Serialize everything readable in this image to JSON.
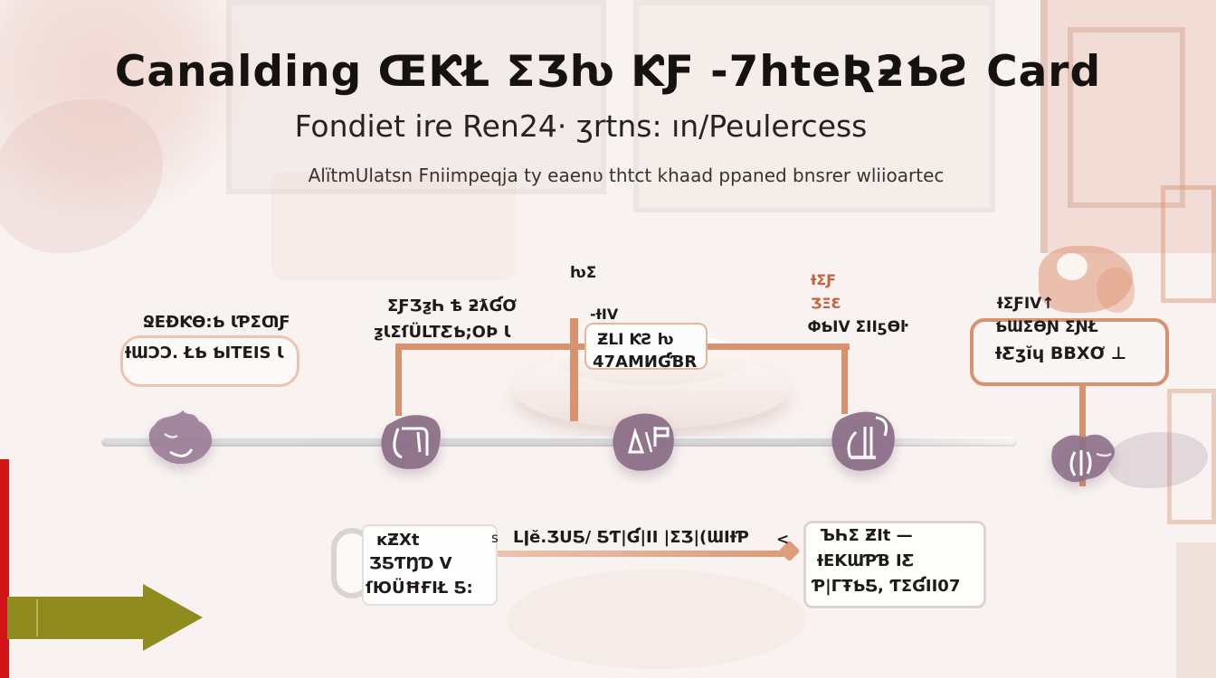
{
  "header": {
    "title": "Canalding ŒƘŁ ƩƷƕ ƘƑ -7hteƦƻƄƧ Card",
    "subtitle": "Fondiet ire Ren24· ʒrtns: ın/Peulercess",
    "tagline": "AlïtmUlatsn Fniimpeqja ty eaenʋ thtct khaad ppaned bnsrer wliioartec"
  },
  "stages": [
    {
      "lines": [
        "ՋEƉƘƟ:Ƅ ƖƤƩƢƑ",
        "ƗƜƆƆ. ŁƄ  ƄITEIS Ɩ"
      ]
    },
    {
      "lines": [
        "ƩƑƷƺҺ ѣ ƻƛƓƠ",
        "ƺƖƩſÜLTƸƄ;ОÞ Ɩ"
      ]
    },
    {
      "pre": "ƕƩ",
      "num": "-ƗIV",
      "lines": [
        "ƵLI  ƘƧ ƕ",
        "47AMИƓƁR"
      ]
    },
    {
      "accent_lines": [
        "ƗƩƑ",
        "ƷΞƐ"
      ],
      "lines": [
        "ՓƄIV ƩIIƽƟŀ"
      ]
    },
    {
      "lines": [
        "ƗƩƑIV↑",
        "ƄƜƩƟƝ   ƩƝŁ",
        "ƗƸʒĭɥ   ΒΒXƠ ⊥"
      ]
    }
  ],
  "bottom": {
    "left_lines": [
      "ĸƵXt",
      "ƷƼƬŊƊ V",
      "ſЮÜĦҒIŁ Ƽ:"
    ],
    "mid_prefix": "s",
    "mid_text": "Lǀĕ.ƷUƼ/  ƼƬ|Ɠ|II |ƩƷ|(ƜIƗƤ",
    "mid_arrow": "<",
    "right_lines": [
      "ЪҺƩ ƵIt —",
      "ƗΕΚƜƤƁ  IƸ",
      "Ƥ|ΓŦƄƼ, ƬƩƓII07"
    ]
  },
  "icons": [
    "blossom-icon",
    "satchel-icon",
    "easel-icon",
    "loom-icon",
    "leaf-icon"
  ],
  "colors": {
    "accent_salmon": "#d7926f",
    "timeline_gray": "#d8d8da",
    "node_mauve": "#8d7089",
    "arrow_olive": "#8f8b1f",
    "strip_red": "#d01418",
    "accent_text": "#c4643f"
  }
}
